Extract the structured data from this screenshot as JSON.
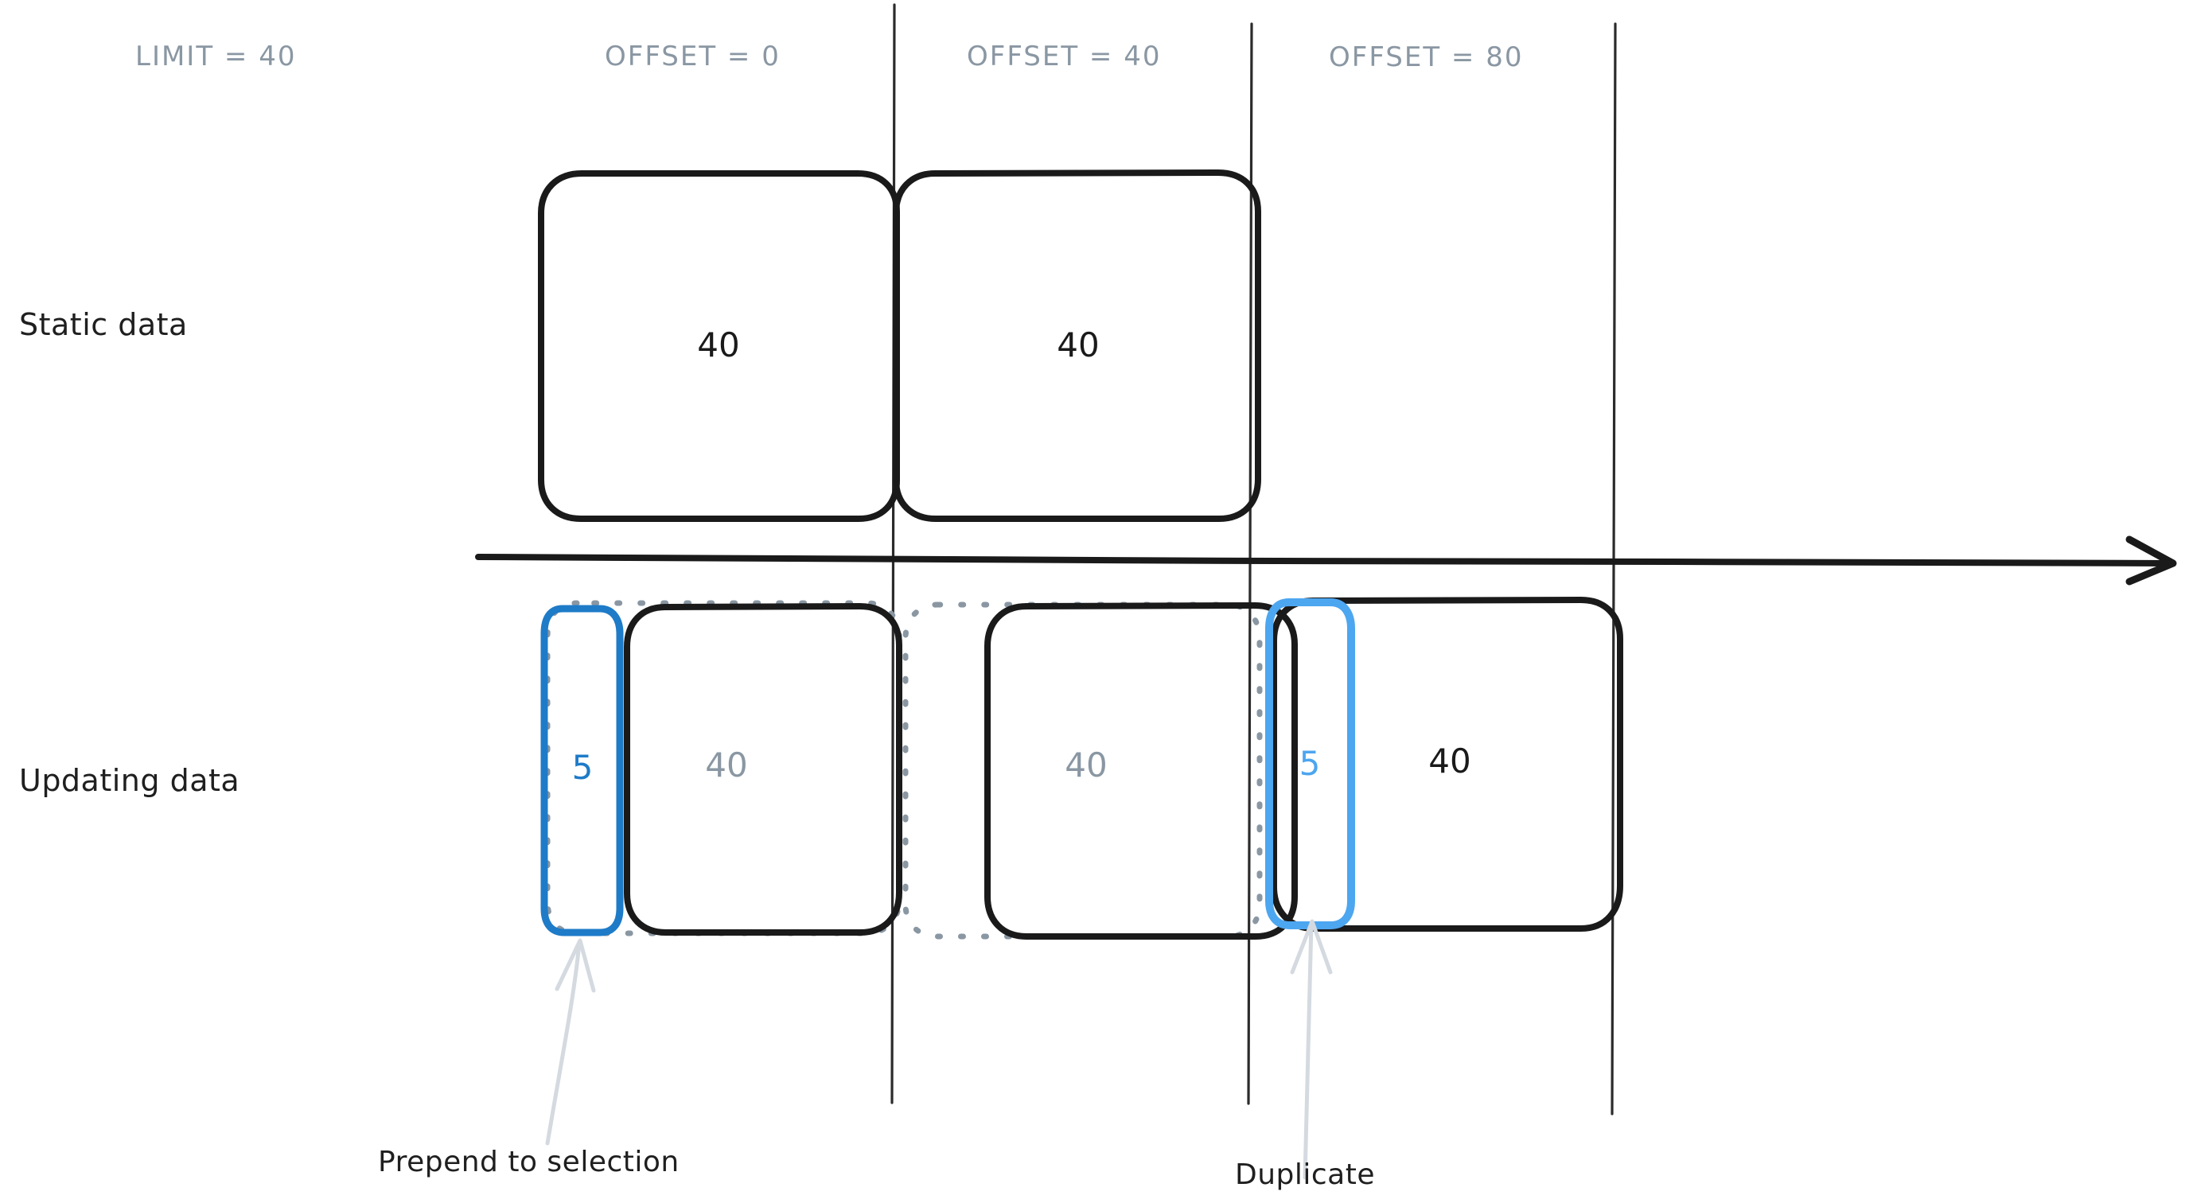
{
  "diagram": {
    "title_note": "LIMIT/OFFSET pagination with static vs updating data",
    "colors": {
      "ink": "#1a1a1a",
      "muted": "#8a97a3",
      "blue_dark": "#1e7bc8",
      "blue_light": "#4da6f0",
      "dashed_gray": "#8a97a3",
      "arrow_gray": "#d4dae0",
      "background": "#ffffff"
    },
    "headers": [
      {
        "name": "limit-header",
        "text": "LIMIT = 40"
      },
      {
        "name": "offset-0-header",
        "text": "OFFSET = 0"
      },
      {
        "name": "offset-40-header",
        "text": "OFFSET = 40"
      },
      {
        "name": "offset-80-header",
        "text": "OFFSET = 80"
      }
    ],
    "row_labels": [
      {
        "name": "static-data-label",
        "text": "Static data"
      },
      {
        "name": "updating-data-label",
        "text": "Updating data"
      }
    ],
    "static_row": {
      "boxes": [
        {
          "name": "static-page-1",
          "value": "40",
          "style": "black"
        },
        {
          "name": "static-page-2",
          "value": "40",
          "style": "black"
        }
      ]
    },
    "updating_row": {
      "boxes": [
        {
          "name": "prepended-chunk",
          "value": "5",
          "style": "blue-dark"
        },
        {
          "name": "updating-page-1",
          "value": "40",
          "style": "gray"
        },
        {
          "name": "updating-page-2",
          "value": "40",
          "style": "gray"
        },
        {
          "name": "duplicate-chunk",
          "value": "5",
          "style": "blue-light"
        },
        {
          "name": "updating-page-3",
          "value": "40",
          "style": "black"
        }
      ]
    },
    "annotations": [
      {
        "name": "prepend-annotation",
        "text": "Prepend to selection"
      },
      {
        "name": "duplicate-annotation",
        "text": "Duplicate"
      }
    ]
  }
}
